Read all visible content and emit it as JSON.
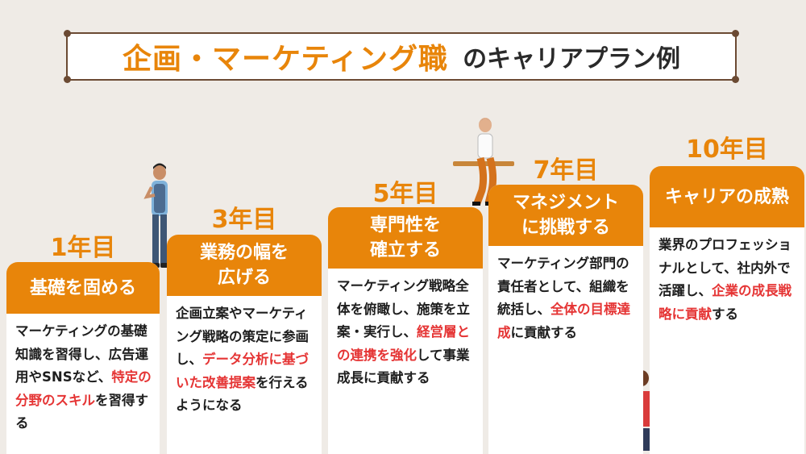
{
  "title": {
    "main": "企画・マーケティング職",
    "sub": "のキャリアプラン例"
  },
  "steps": [
    {
      "year": "1年目",
      "heading": [
        "基礎を固める"
      ],
      "body": [
        {
          "text": "マーケティングの基礎知識を習得し、広告運用やSNSなど、",
          "hl": false
        },
        {
          "text": "特定の分野のスキル",
          "hl": true
        },
        {
          "text": "を習得する",
          "hl": false
        }
      ]
    },
    {
      "year": "3年目",
      "heading": [
        "業務の幅を",
        "広げる"
      ],
      "body": [
        {
          "text": "企画立案やマーケティング戦略の策定に参画し、",
          "hl": false
        },
        {
          "text": "データ分析に基づいた改善提案",
          "hl": true
        },
        {
          "text": "を行えるようになる",
          "hl": false
        }
      ]
    },
    {
      "year": "5年目",
      "heading": [
        "専門性を",
        "確立する"
      ],
      "body": [
        {
          "text": "マーケティング戦略全体を俯瞰し、施策を立案・実行し、",
          "hl": false
        },
        {
          "text": "経営層との連携を強化",
          "hl": true
        },
        {
          "text": "して事業成長に貢献する",
          "hl": false
        }
      ]
    },
    {
      "year": "7年目",
      "heading": [
        "マネジメント",
        "に挑戦する"
      ],
      "body": [
        {
          "text": "マーケティング部門の責任者として、組織を統括し、",
          "hl": false
        },
        {
          "text": "全体の目標達成",
          "hl": true
        },
        {
          "text": "に貢献する",
          "hl": false
        }
      ]
    },
    {
      "year": "10年目",
      "heading": [
        "キャリアの成熟"
      ],
      "body": [
        {
          "text": "業界のプロフェッショナルとして、社内外で活躍し、",
          "hl": false
        },
        {
          "text": "企業の成長戦略に貢献",
          "hl": true
        },
        {
          "text": "する",
          "hl": false
        }
      ]
    }
  ],
  "colors": {
    "accent": "#e8850a",
    "highlight": "#e53535",
    "background": "#efebe6",
    "frame": "#6b4a33"
  }
}
